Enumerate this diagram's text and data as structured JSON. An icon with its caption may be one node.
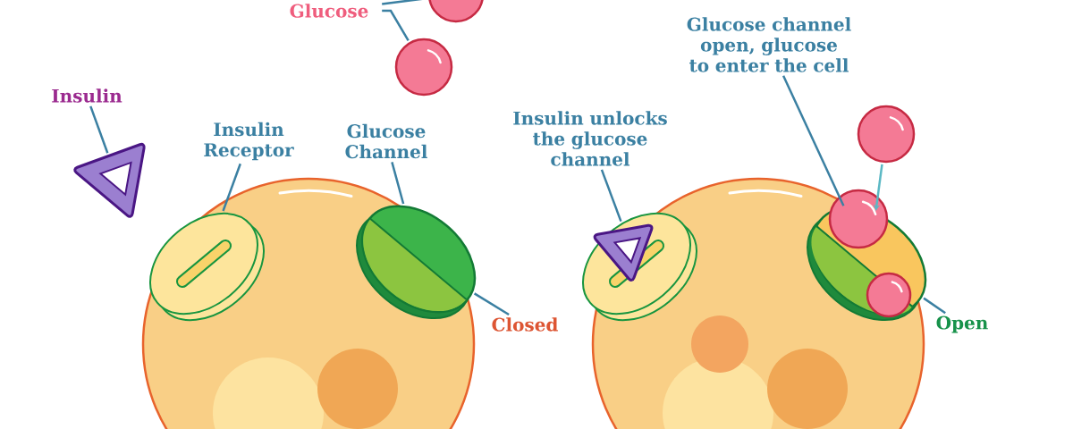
{
  "diagram": {
    "nodes": [
      {
        "text": [
          "Glucose"
        ]
      },
      {
        "text": [],
        "shape": "circle"
      },
      {
        "text": [],
        "shape": "circle"
      },
      {
        "text": [
          "Insulin"
        ]
      },
      {
        "text": [],
        "shape": "picture"
      },
      {
        "text": [
          "Insulin Receptor"
        ]
      },
      {
        "text": [],
        "shape": "picture"
      },
      {
        "text": [
          "Glucose Channel"
        ]
      },
      {
        "text": [],
        "shape": "picture"
      },
      {
        "text": [
          "Closed"
        ]
      },
      {
        "text": [
          "Insulin unlocks the glucose channel"
        ]
      },
      {
        "text": [],
        "shape": "picture"
      },
      {
        "text": [
          "Glucose channel open, glucose to enter the cell"
        ]
      },
      {
        "text": [],
        "shape": "picture"
      },
      {
        "text": [
          "Open"
        ]
      },
      {
        "text": [],
        "shape": "circle"
      }
    ],
    "edges": [
      {
        "from": 0,
        "to": 1,
        "arrow": "none"
      },
      {
        "from": 0,
        "to": 2,
        "arrow": "none"
      },
      {
        "from": 3,
        "to": 4,
        "arrow": "none"
      },
      {
        "from": 5,
        "to": 6,
        "arrow": "none"
      },
      {
        "from": 7,
        "to": 8,
        "arrow": "none"
      },
      {
        "from": 9,
        "to": 8,
        "arrow": "none"
      },
      {
        "from": 10,
        "to": 11,
        "arrow": "none"
      },
      {
        "from": 12,
        "to": 13,
        "arrow": "none"
      },
      {
        "from": 14,
        "to": 13,
        "arrow": "none"
      },
      {
        "from": 15,
        "to": 13,
        "arrow": "to",
        "color": "#5bb8c4"
      }
    ]
  }
}
